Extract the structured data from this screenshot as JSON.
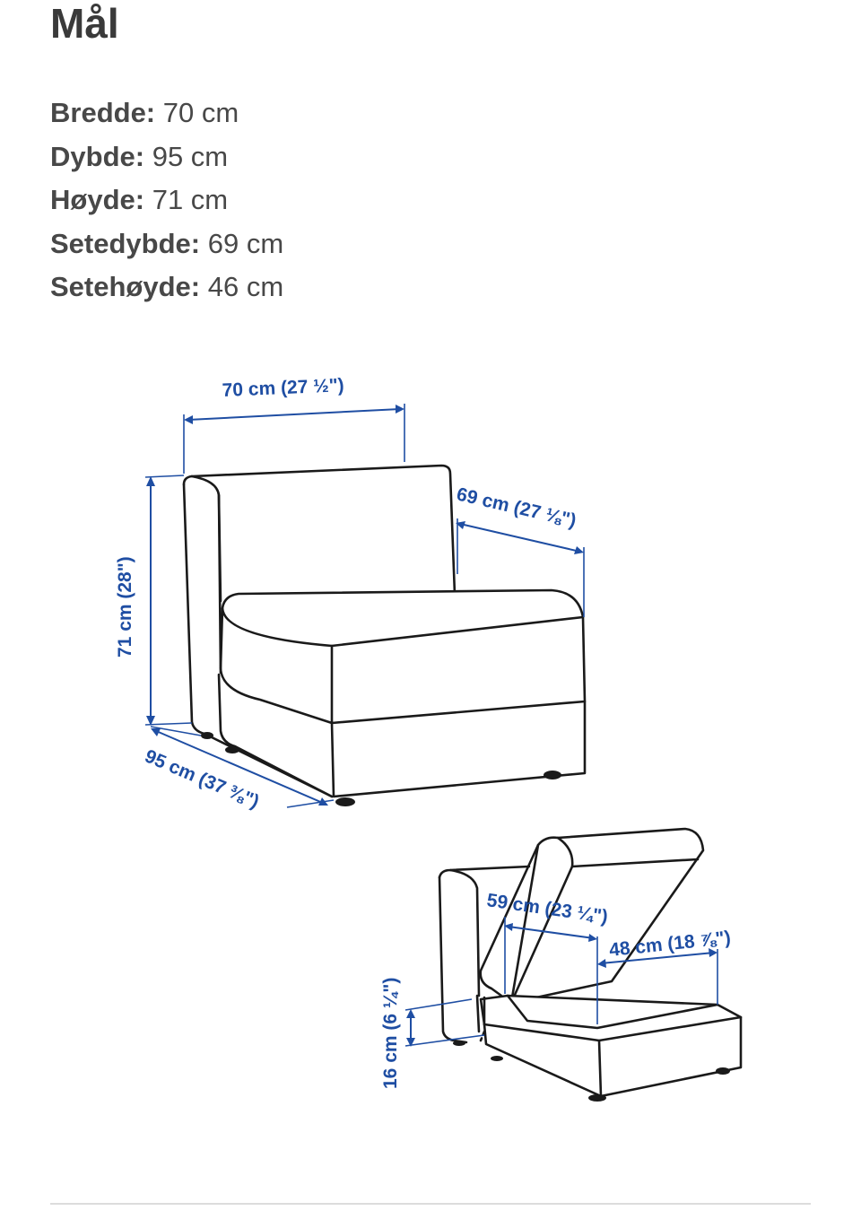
{
  "header": {
    "title": "Mål"
  },
  "dimensions": [
    {
      "label": "Bredde:",
      "value": "70 cm"
    },
    {
      "label": "Dybde:",
      "value": "95 cm"
    },
    {
      "label": "Høyde:",
      "value": "71 cm"
    },
    {
      "label": "Setedybde:",
      "value": "69 cm"
    },
    {
      "label": "Setehøyde:",
      "value": "46 cm"
    }
  ],
  "drawing": {
    "width_label": "70 cm (27 ½\")",
    "seat_depth_label": "69 cm (27 ⅛\")",
    "height_label": "71 cm (28\")",
    "depth_label": "95 cm (37 ⅜\")",
    "storage_width_label": "59 cm (23 ¼\")",
    "storage_depth_label": "48 cm (18 ⅞\")",
    "storage_height_label": "16 cm (6 ¼\")"
  },
  "colors": {
    "dimension_line": "#1f4ea3",
    "ink": "#1a1a1a",
    "text": "#484848"
  }
}
